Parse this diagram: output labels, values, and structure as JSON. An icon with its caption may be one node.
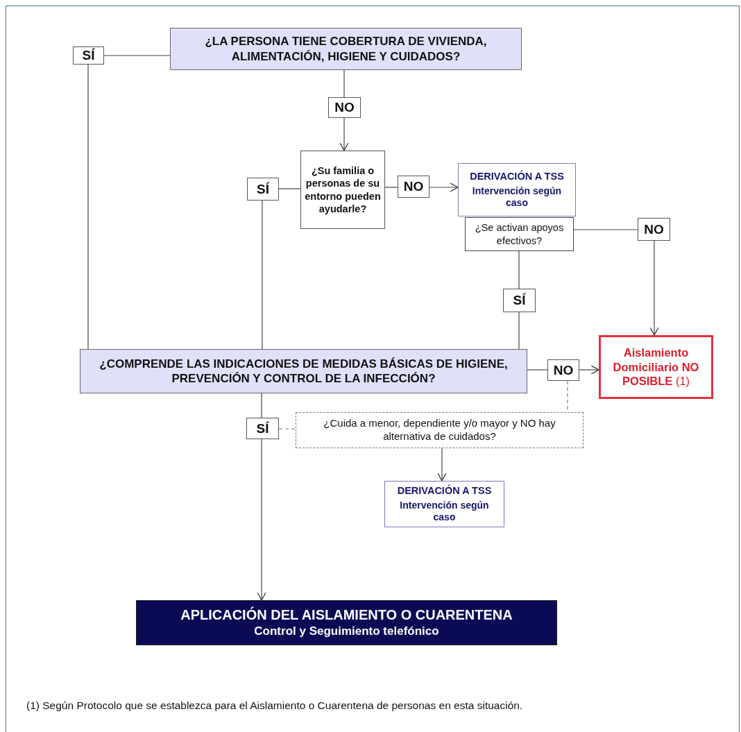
{
  "diagram": {
    "nodes": [
      {
        "text": [
          "¿LA PERSONA TIENE COBERTURA DE VIVIENDA, ALIMENTACIÓN, HIGIENE Y CUIDADOS?"
        ]
      },
      {
        "text": [
          "SÍ"
        ]
      },
      {
        "text": [
          "NO"
        ]
      },
      {
        "text": [
          "¿Su familia o personas de su entorno pueden ayudarle?"
        ]
      },
      {
        "text": [
          "SÍ"
        ]
      },
      {
        "text": [
          "NO"
        ]
      },
      {
        "text": [
          "DERIVACIÓN A TSS",
          "Intervención según caso"
        ]
      },
      {
        "text": [
          "¿Se activan apoyos efectivos?"
        ]
      },
      {
        "text": [
          "NO"
        ]
      },
      {
        "text": [
          "SÍ"
        ]
      },
      {
        "text": [
          "**Aislamiento Domiciliario NO POSIBLE** (1)"
        ]
      },
      {
        "text": [
          "**¿COMPRENDE LAS INDICACIONES DE MEDIDAS BÁSICAS DE HIGIENE, PREVENCIÓN  Y CONTROL DE LA INFECCIÓN**?"
        ]
      },
      {
        "text": [
          "NO"
        ]
      },
      {
        "text": [
          "SÍ"
        ]
      },
      {
        "text": [
          "¿Cuida a menor, dependiente y/o mayor y NO hay alternativa de cuidados?"
        ]
      },
      {
        "text": [
          "DERIVACIÓN A TSS",
          "Intervención según caso"
        ]
      },
      {
        "text": [
          "APLICACIÓN DEL AISLAMIENTO O CUARENTENA",
          "Control y Seguimiento telefónico"
        ]
      }
    ],
    "edges": [
      {
        "from": 0,
        "to": 1,
        "arrow": "none"
      },
      {
        "from": 1,
        "to": 11,
        "arrow": "none"
      },
      {
        "from": 0,
        "to": 2,
        "arrow": "none"
      },
      {
        "from": 2,
        "to": 3,
        "arrow": "to"
      },
      {
        "from": 3,
        "to": 4,
        "arrow": "none"
      },
      {
        "from": 4,
        "to": 11,
        "arrow": "none"
      },
      {
        "from": 3,
        "to": 5,
        "arrow": "none"
      },
      {
        "from": 5,
        "to": 6,
        "arrow": "to"
      },
      {
        "from": 7,
        "to": 8,
        "arrow": "none"
      },
      {
        "from": 8,
        "to": 10,
        "arrow": "to"
      },
      {
        "from": 7,
        "to": 9,
        "arrow": "none"
      },
      {
        "from": 9,
        "to": 11,
        "arrow": "none"
      },
      {
        "from": 11,
        "to": 12,
        "arrow": "none"
      },
      {
        "from": 12,
        "to": 10,
        "arrow": "to"
      },
      {
        "from": 12,
        "to": 14,
        "arrow": "none",
        "style": "dashed"
      },
      {
        "from": 11,
        "to": 13,
        "arrow": "none"
      },
      {
        "from": 13,
        "to": 16,
        "arrow": "to"
      },
      {
        "from": 13,
        "to": 14,
        "arrow": "none",
        "style": "dashed"
      },
      {
        "from": 14,
        "to": 15,
        "arrow": "to"
      }
    ],
    "labels": [
      "(1) Según Protocolo que se establezca para el Aislamiento o Cuarentena de personas en esta situación."
    ]
  }
}
